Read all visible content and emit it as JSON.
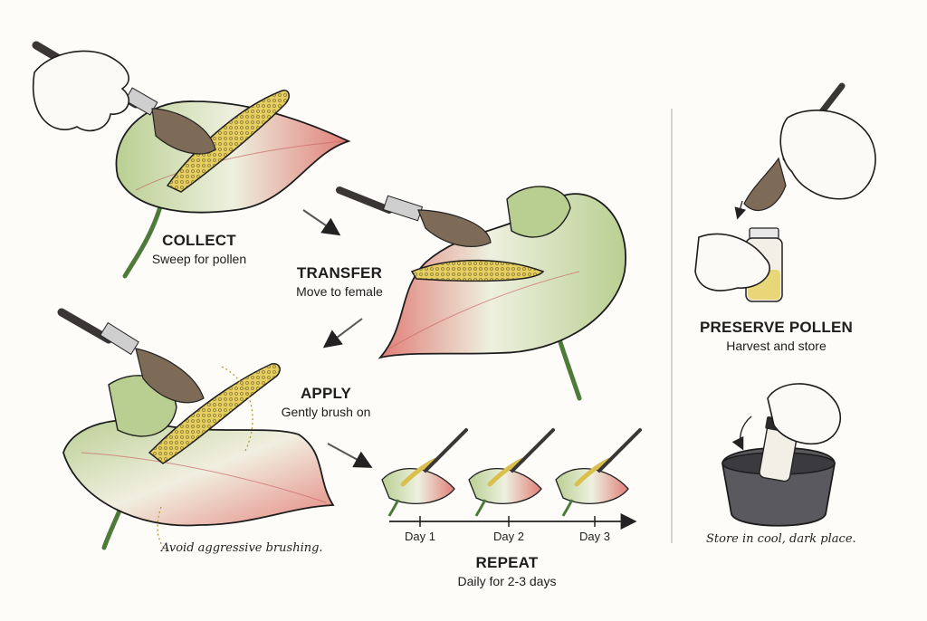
{
  "steps": {
    "collect": {
      "title": "COLLECT",
      "subtitle": "Sweep for pollen"
    },
    "transfer": {
      "title": "TRANSFER",
      "subtitle": "Move to female"
    },
    "apply": {
      "title": "APPLY",
      "subtitle": "Gently brush on"
    },
    "repeat": {
      "title": "REPEAT",
      "subtitle": "Daily for 2-3 days"
    },
    "preserve": {
      "title": "PRESERVE POLLEN",
      "subtitle": "Harvest and store"
    }
  },
  "notes": {
    "apply_warning": "Avoid aggressive brushing.",
    "storage": "Store in cool, dark place."
  },
  "timeline": {
    "days": [
      "Day 1",
      "Day 2",
      "Day 3"
    ]
  },
  "colors": {
    "spathe_green": "#b9cf92",
    "spathe_red": "#e07e78",
    "spadix_yellow": "#e6cf5e",
    "ink": "#1d1d1d"
  }
}
